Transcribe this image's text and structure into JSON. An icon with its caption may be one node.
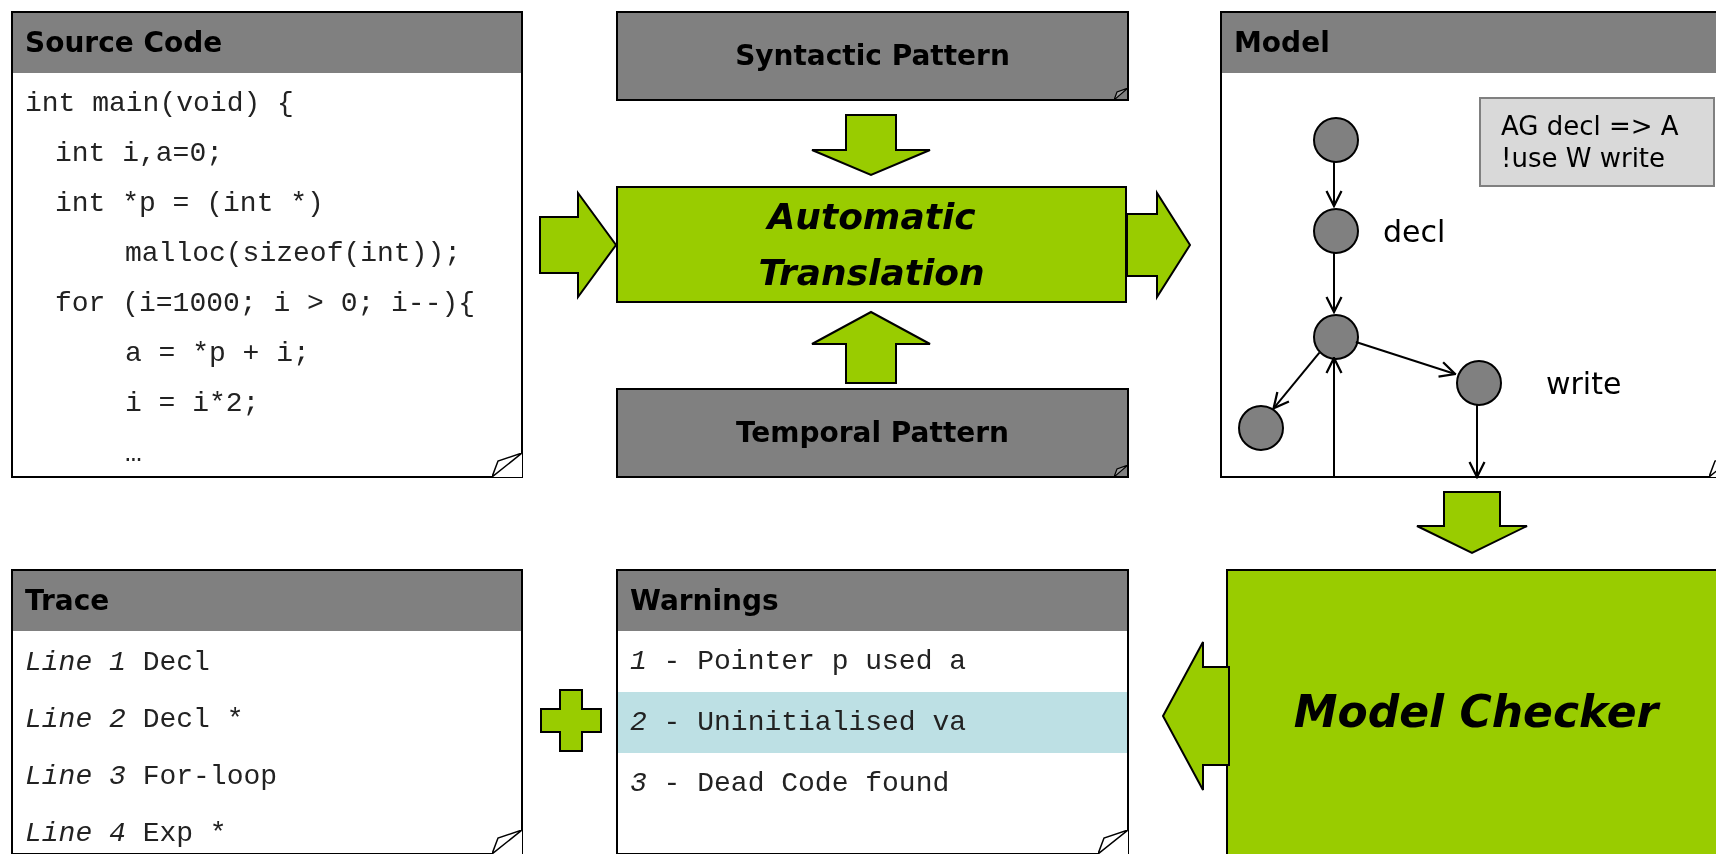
{
  "diagram": {
    "nodes": [
      {
        "text": [
          "Source Code",
          "int main(void) {",
          "int i,a=0;",
          "int *p = (int *)",
          "malloc(sizeof(int));",
          "for (i=1000; i > 0; i--){",
          "a = *p + i;",
          "i = i*2;",
          "…"
        ]
      },
      {
        "text": [
          "Syntactic Pattern"
        ]
      },
      {
        "text": [
          "Automatic Translation"
        ]
      },
      {
        "text": [
          "Temporal Pattern"
        ]
      },
      {
        "text": [
          "Model"
        ]
      },
      {
        "text": [
          "AG decl => A !use W write"
        ],
        "in": 4
      },
      {
        "text": [],
        "shape": "circle",
        "in": 4
      },
      {
        "text": [],
        "shape": "circle",
        "in": 4,
        "beside": [
          "decl"
        ]
      },
      {
        "text": [],
        "shape": "circle",
        "in": 4
      },
      {
        "text": [],
        "shape": "circle",
        "in": 4
      },
      {
        "text": [],
        "shape": "circle",
        "in": 4,
        "beside": [
          "write"
        ]
      },
      {
        "text": [
          "Trace",
          "*Line 1* Decl",
          "*Line 2* Decl *",
          "*Line 3* For-loop",
          "*Line 4* Exp *"
        ]
      },
      {
        "text": [
          "Warnings",
          "*1* - Pointer p used a",
          "*2* - Uninitialised va",
          "*3* - Dead Code found"
        ]
      },
      {
        "text": [
          "Model Checker"
        ]
      }
    ],
    "edges": [
      {
        "from": 0,
        "to": 2,
        "arrow": "to",
        "style": "thick"
      },
      {
        "from": 1,
        "to": 2,
        "arrow": "to",
        "style": "thick"
      },
      {
        "from": 3,
        "to": 2,
        "arrow": "to",
        "style": "thick"
      },
      {
        "from": 2,
        "to": 4,
        "arrow": "to",
        "style": "thick"
      },
      {
        "from": 6,
        "to": 7,
        "arrow": "to"
      },
      {
        "from": 7,
        "to": 8,
        "arrow": "to"
      },
      {
        "from": 8,
        "to": 9,
        "arrow": "to"
      },
      {
        "from": 8,
        "to": 10,
        "arrow": "to"
      },
      {
        "from": 10,
        "to": null,
        "arrow": "to"
      },
      {
        "from": null,
        "to": 8,
        "arrow": "to"
      },
      {
        "from": 4,
        "to": 13,
        "arrow": "to",
        "style": "thick"
      },
      {
        "from": 13,
        "to": 12,
        "arrow": "to",
        "style": "thick"
      }
    ]
  }
}
